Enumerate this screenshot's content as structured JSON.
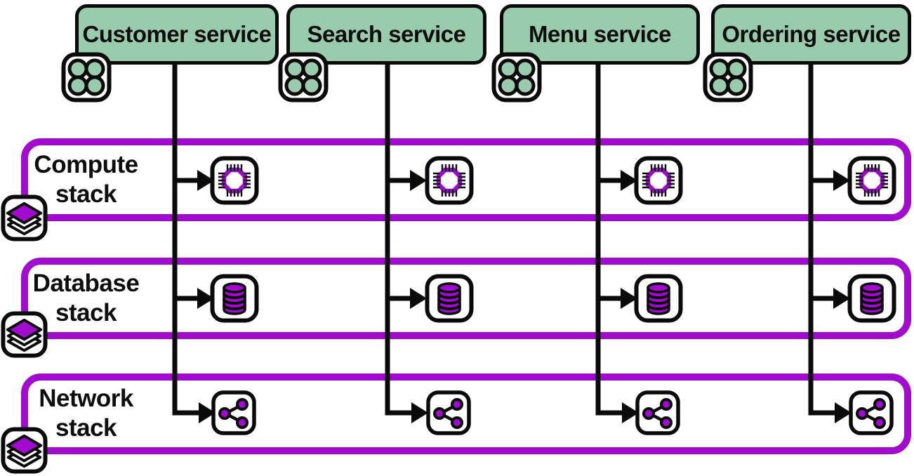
{
  "services": [
    {
      "label": "Customer service",
      "icon": "app-instances-grid-icon"
    },
    {
      "label": "Search service",
      "icon": "app-instances-grid-icon"
    },
    {
      "label": "Menu service",
      "icon": "app-instances-grid-icon"
    },
    {
      "label": "Ordering service",
      "icon": "app-instances-grid-icon"
    }
  ],
  "stacks": [
    {
      "line1": "Compute",
      "line2": "stack",
      "side_icon": "layers-icon",
      "item_icon": "cpu-chip-icon"
    },
    {
      "line1": "Database",
      "line2": "stack",
      "side_icon": "layers-icon",
      "item_icon": "database-cylinder-icon"
    },
    {
      "line1": "Network",
      "line2": "stack",
      "side_icon": "layers-icon",
      "item_icon": "network-nodes-icon"
    }
  ],
  "colors": {
    "service_fill": "#98CCAC",
    "purple": "#A10BCE",
    "line": "#0A0A0A",
    "background": "#FFFFFF"
  }
}
